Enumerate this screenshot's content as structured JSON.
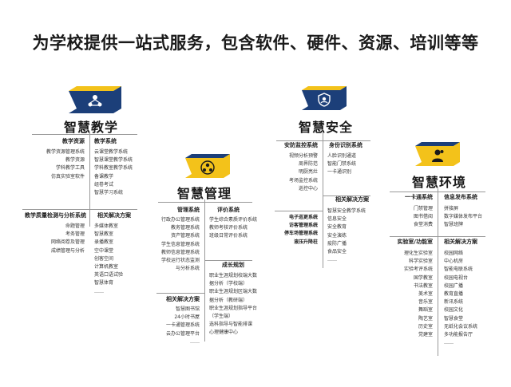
{
  "title": "为学校提供一站式服务，包含软件、硬件、资源、培训等等",
  "colors": {
    "navy": "#1c3f79",
    "yellow": "#f3c21a",
    "line": "#999999",
    "text": "#222222"
  },
  "modules": {
    "teaching": {
      "name": "智慧教学",
      "icon": "people-network-icon",
      "sec1": "教学资源",
      "sec1_items": [
        "教学资源管理系统",
        "教学资源",
        "学科教学工具",
        "仿真实验室软件"
      ],
      "sec2": "教学系统",
      "sec2_items": [
        "云课堂教学系统",
        "智慧课堂教学系统",
        "学科教室教学系统",
        "备课教学",
        "组卷考试",
        "智慧学习系统"
      ],
      "sec3": "教学质量检测与分析系统",
      "sec3_items": [
        "命题管理",
        "考务管理",
        "网络阅卷及管理",
        "成绩管理与分析"
      ],
      "sec4": "相关解决方案",
      "sec4_items": [
        "多媒体教室",
        "智慧教室",
        "录播教室",
        "空中课堂",
        "创客空间",
        "计算机教室",
        "英语口语试验",
        "智慧体育",
        "……"
      ]
    },
    "management": {
      "name": "智慧管理",
      "icon": "team-network-icon",
      "sec1": "管理系统",
      "sec1_items": [
        "行政办公管理系统",
        "教务管理系统",
        "资产管理系统",
        "学生信息管理系统",
        "教师信息管理系统",
        "学校运行状态监测",
        "与分析系统"
      ],
      "sec2": "评价系统",
      "sec2_items": [
        "学生综合素质评价系统",
        "教师考核评价系统",
        "班级日常评价系统"
      ],
      "sec3": "成长规划",
      "sec3_items": [
        "职业生涯规划校端大数",
        "据分析（学校端）",
        "职业生涯规划区端大数",
        "据分析（教研端）",
        "职业生涯规划指导平台",
        "（学生端）",
        "选科指导与智能排课",
        "心理健康中心"
      ],
      "sec4": "相关解决方案",
      "sec4_items": [
        "智慧图书馆",
        "24小时书屋",
        "一卡通管理系统",
        "云办公管理平台",
        "……"
      ]
    },
    "safety": {
      "name": "智慧安全",
      "icon": "security-network-icon",
      "sec1": "安防监控系统",
      "sec1_items": [
        "视频分析预警",
        "周界防范",
        "明厨亮灶",
        "考场监控系统",
        "巡控中心"
      ],
      "sec2": "身份识别系统",
      "sec2_items": [
        "人脸识别通道",
        "智能门禁系统",
        "一卡通识别"
      ],
      "sec3_items": [
        "电子巡更系统",
        "访客管理系统",
        "停车场管理系统",
        "液压升降柱"
      ],
      "sec4": "相关解决方案",
      "sec4_items": [
        "智慧安全教学系统",
        "信息安全",
        "安全教育",
        "安全演练",
        "疫防广播",
        "食品安全",
        "……"
      ]
    },
    "environment": {
      "name": "智慧环境",
      "icon": "person-icon",
      "sec1": "一卡通系统",
      "sec1_items": [
        "门禁管理",
        "图书借阅",
        "食堂消费"
      ],
      "sec2": "信息发布系统",
      "sec2_items": [
        "拼接屏",
        "数字媒体发布平台",
        "智慧班牌"
      ],
      "sec3": "实验室/功能室",
      "sec3_items": [
        "理化生实验室",
        "科学实验室",
        "实验考评系统",
        "国学教室",
        "书法教室",
        "美术室",
        "音乐室",
        "舞蹈室",
        "陶艺室",
        "历史室",
        "党建室"
      ],
      "sec4": "相关解决方案",
      "sec4_items": [
        "校园网络",
        "中心机房",
        "智能电联系统",
        "校园电视台",
        "校园广播",
        "教育直播",
        "新讯系统",
        "校园文化",
        "智慧食堂",
        "无纸化会议系统",
        "多功能报告厅",
        "……"
      ]
    }
  }
}
